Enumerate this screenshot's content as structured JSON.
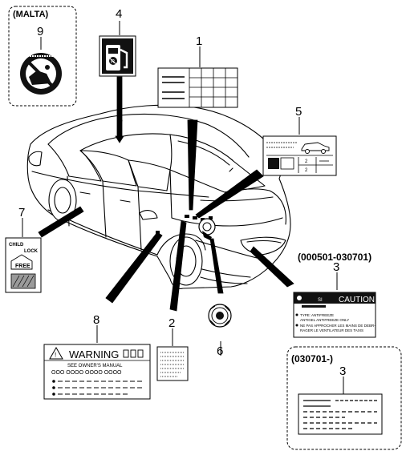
{
  "callouts": {
    "n1": "1",
    "n2a": "2",
    "n3a": "3",
    "n3b": "3",
    "n4": "4",
    "n5": "5",
    "n6": "6",
    "n7": "7",
    "n8": "8",
    "n9": "9"
  },
  "groups": {
    "malta": "(MALTA)",
    "range_a": "(000501-030701)",
    "range_b": "(030701-)"
  },
  "labels": {
    "caution_title": "CAUTION",
    "caution_line1": "TYPE:  ANTIFREEZE",
    "caution_line2": "ANTIGEL ANTIFREEZE ONLY",
    "caution_line3": "NE PAS APPROCHER LES MAINS DE DEBR-",
    "caution_line4": "RAGER LE VENTILATEUR DES TAXIS",
    "warning_title": "WARNING",
    "warning_sub": "SEE OWNER'S MANUAL",
    "warning_codes": "OOO OOOO OOOO OOOO",
    "child_lock_1": "CHILD",
    "child_lock_2": "LOCK",
    "child_lock_free": "FREE",
    "ac_si": "SI"
  },
  "colors": {
    "ink": "#000000",
    "paper": "#ffffff",
    "badge_dark": "#111111",
    "hatch_gray": "#9a9a9a"
  }
}
